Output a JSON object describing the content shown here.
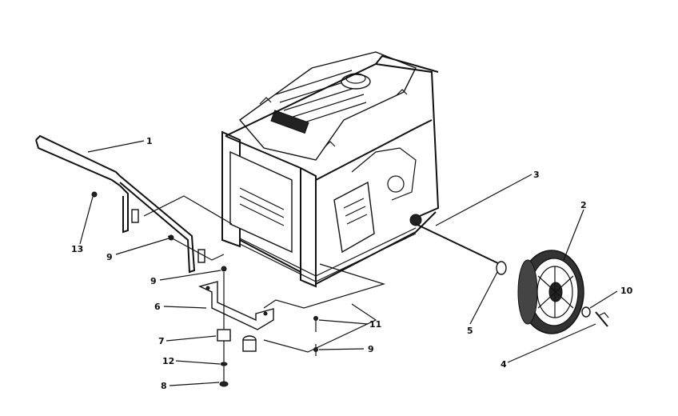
{
  "callouts": [
    {
      "id": "1",
      "label": "1"
    },
    {
      "id": "2",
      "label": "2"
    },
    {
      "id": "3",
      "label": "3"
    },
    {
      "id": "4",
      "label": "4"
    },
    {
      "id": "5",
      "label": "5"
    },
    {
      "id": "6",
      "label": "6"
    },
    {
      "id": "7",
      "label": "7"
    },
    {
      "id": "8",
      "label": "8"
    },
    {
      "id": "9a",
      "label": "9"
    },
    {
      "id": "9b",
      "label": "9"
    },
    {
      "id": "9c",
      "label": "9"
    },
    {
      "id": "10",
      "label": "10"
    },
    {
      "id": "11",
      "label": "11"
    },
    {
      "id": "12",
      "label": "12"
    },
    {
      "id": "13",
      "label": "13"
    }
  ]
}
